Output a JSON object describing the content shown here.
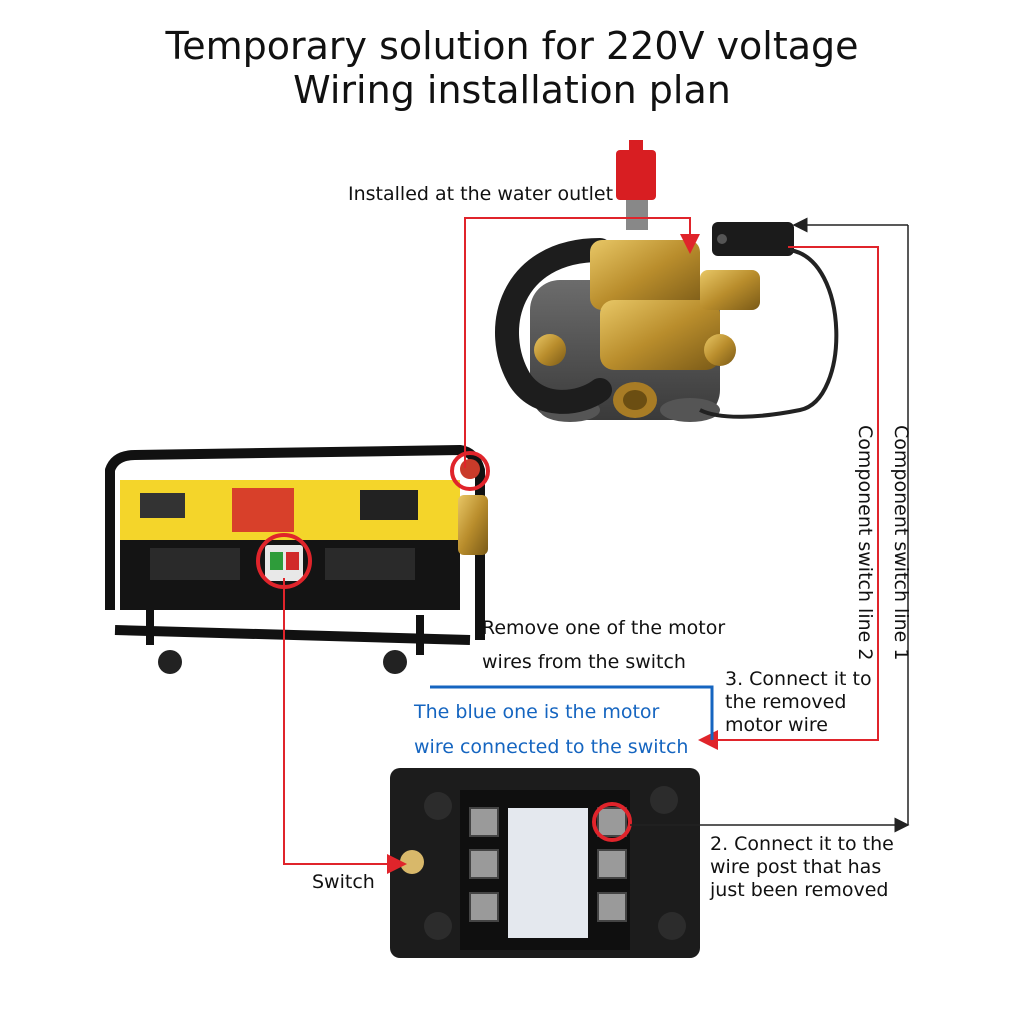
{
  "title": {
    "line1": "Temporary solution for 220V voltage",
    "line2": "Wiring installation plan"
  },
  "labels": {
    "water_outlet": "Installed at the water outlet",
    "remove_wire_1": "Remove one of the motor",
    "remove_wire_2": "wires from the switch",
    "blue_note_1": "The blue one is the motor",
    "blue_note_2": "wire connected to the switch",
    "connect3_1": "3. Connect it to",
    "connect3_2": "the removed",
    "connect3_3": "motor wire",
    "switch": "Switch",
    "connect2_1": "2. Connect it to the",
    "connect2_2": "wire post that has",
    "connect2_3": "just been removed",
    "component_line_1": "Component switch line 1",
    "component_line_2": "Component switch line 2"
  },
  "colors": {
    "red_wire": "#e0242b",
    "blue_wire": "#1565c0",
    "black_wire": "#222222"
  }
}
